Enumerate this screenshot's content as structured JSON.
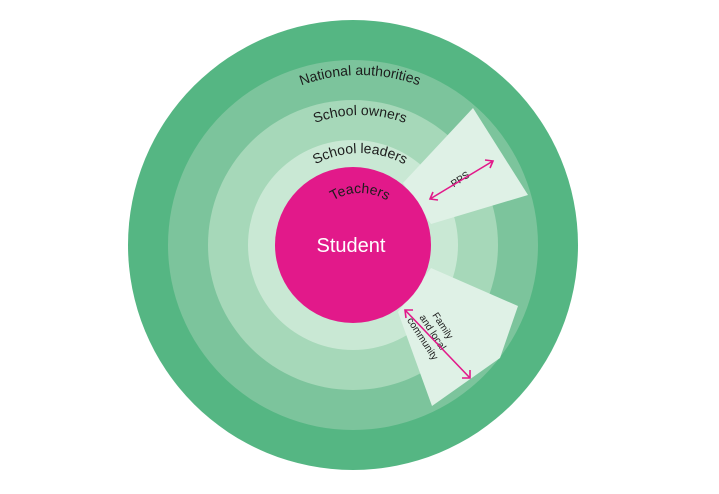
{
  "center": {
    "label": "Student",
    "color": "#e2198a"
  },
  "rings": [
    {
      "label": "National authorities",
      "color": "#55b683"
    },
    {
      "label": "School owners",
      "color": "#7cc49c"
    },
    {
      "label": "School leaders",
      "color": "#a6d8b9"
    },
    {
      "label": "Teachers",
      "color": "#c9e8d4"
    }
  ],
  "sectors": {
    "pps": {
      "label": "PPS",
      "color": "#dff1e6"
    },
    "family": {
      "label_lines": [
        "Family",
        "and local",
        "community"
      ],
      "color": "#dff1e6"
    }
  },
  "arrow_color": "#e2198a"
}
